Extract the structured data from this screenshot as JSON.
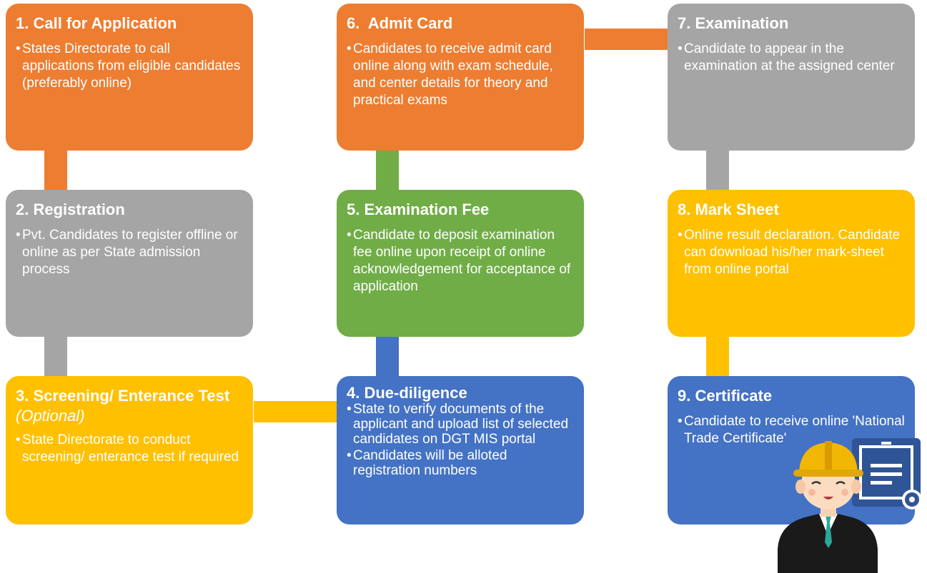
{
  "colors": {
    "orange": "#ED7D31",
    "gray": "#A5A5A5",
    "yellow": "#FFC000",
    "green": "#70AD47",
    "blue": "#4472C4"
  },
  "steps": [
    {
      "title": "1. Call for Application",
      "color": "orange",
      "bullets": [
        "States Directorate to call applications from eligible candidates (preferably online)"
      ]
    },
    {
      "title": "2. Registration",
      "color": "gray",
      "bullets": [
        "Pvt. Candidates to register offline or online as per State admission process"
      ]
    },
    {
      "title": "3. Screening/ Enterance Test",
      "title_suffix": "(Optional)",
      "color": "yellow",
      "bullets": [
        "State Directorate to conduct screening/ enterance test if required"
      ]
    },
    {
      "title": "4. Due-diligence",
      "color": "blue",
      "bullets": [
        "State to verify documents of the applicant and upload list of selected candidates on DGT MIS portal",
        "Candidates will be alloted registration numbers"
      ]
    },
    {
      "title": "5. Examination Fee",
      "color": "green",
      "bullets": [
        "Candidate to deposit examination fee online upon receipt of online acknowledgement for acceptance of application"
      ]
    },
    {
      "title": "6.  Admit Card",
      "color": "orange",
      "bullets": [
        "Candidates to receive admit card online along with exam schedule, and center details for theory and practical exams"
      ]
    },
    {
      "title": "7. Examination",
      "color": "gray",
      "bullets": [
        "Candidate to appear in the examination at the assigned center"
      ]
    },
    {
      "title": "8. Mark Sheet",
      "color": "yellow",
      "bullets": [
        "Online result declaration. Candidate can download his/her mark-sheet from online portal"
      ]
    },
    {
      "title": "9. Certificate",
      "color": "blue",
      "bullets": [
        "Candidate to receive online 'National Trade Certificate'"
      ]
    }
  ],
  "illustration": {
    "icons": [
      "worker-hardhat-icon",
      "certificate-icon"
    ]
  }
}
